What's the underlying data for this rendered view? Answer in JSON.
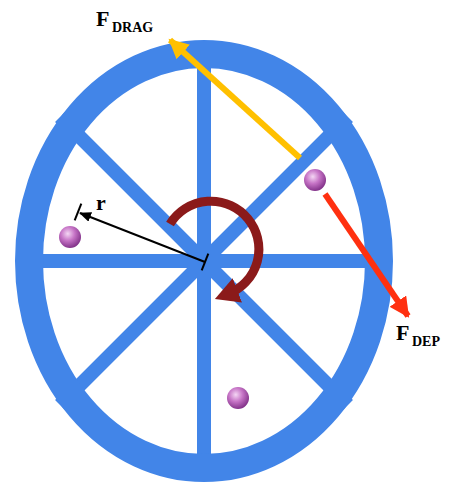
{
  "diagram": {
    "labels": [
      "F",
      "DRAG",
      "r",
      "F",
      "DEP"
    ]
  }
}
